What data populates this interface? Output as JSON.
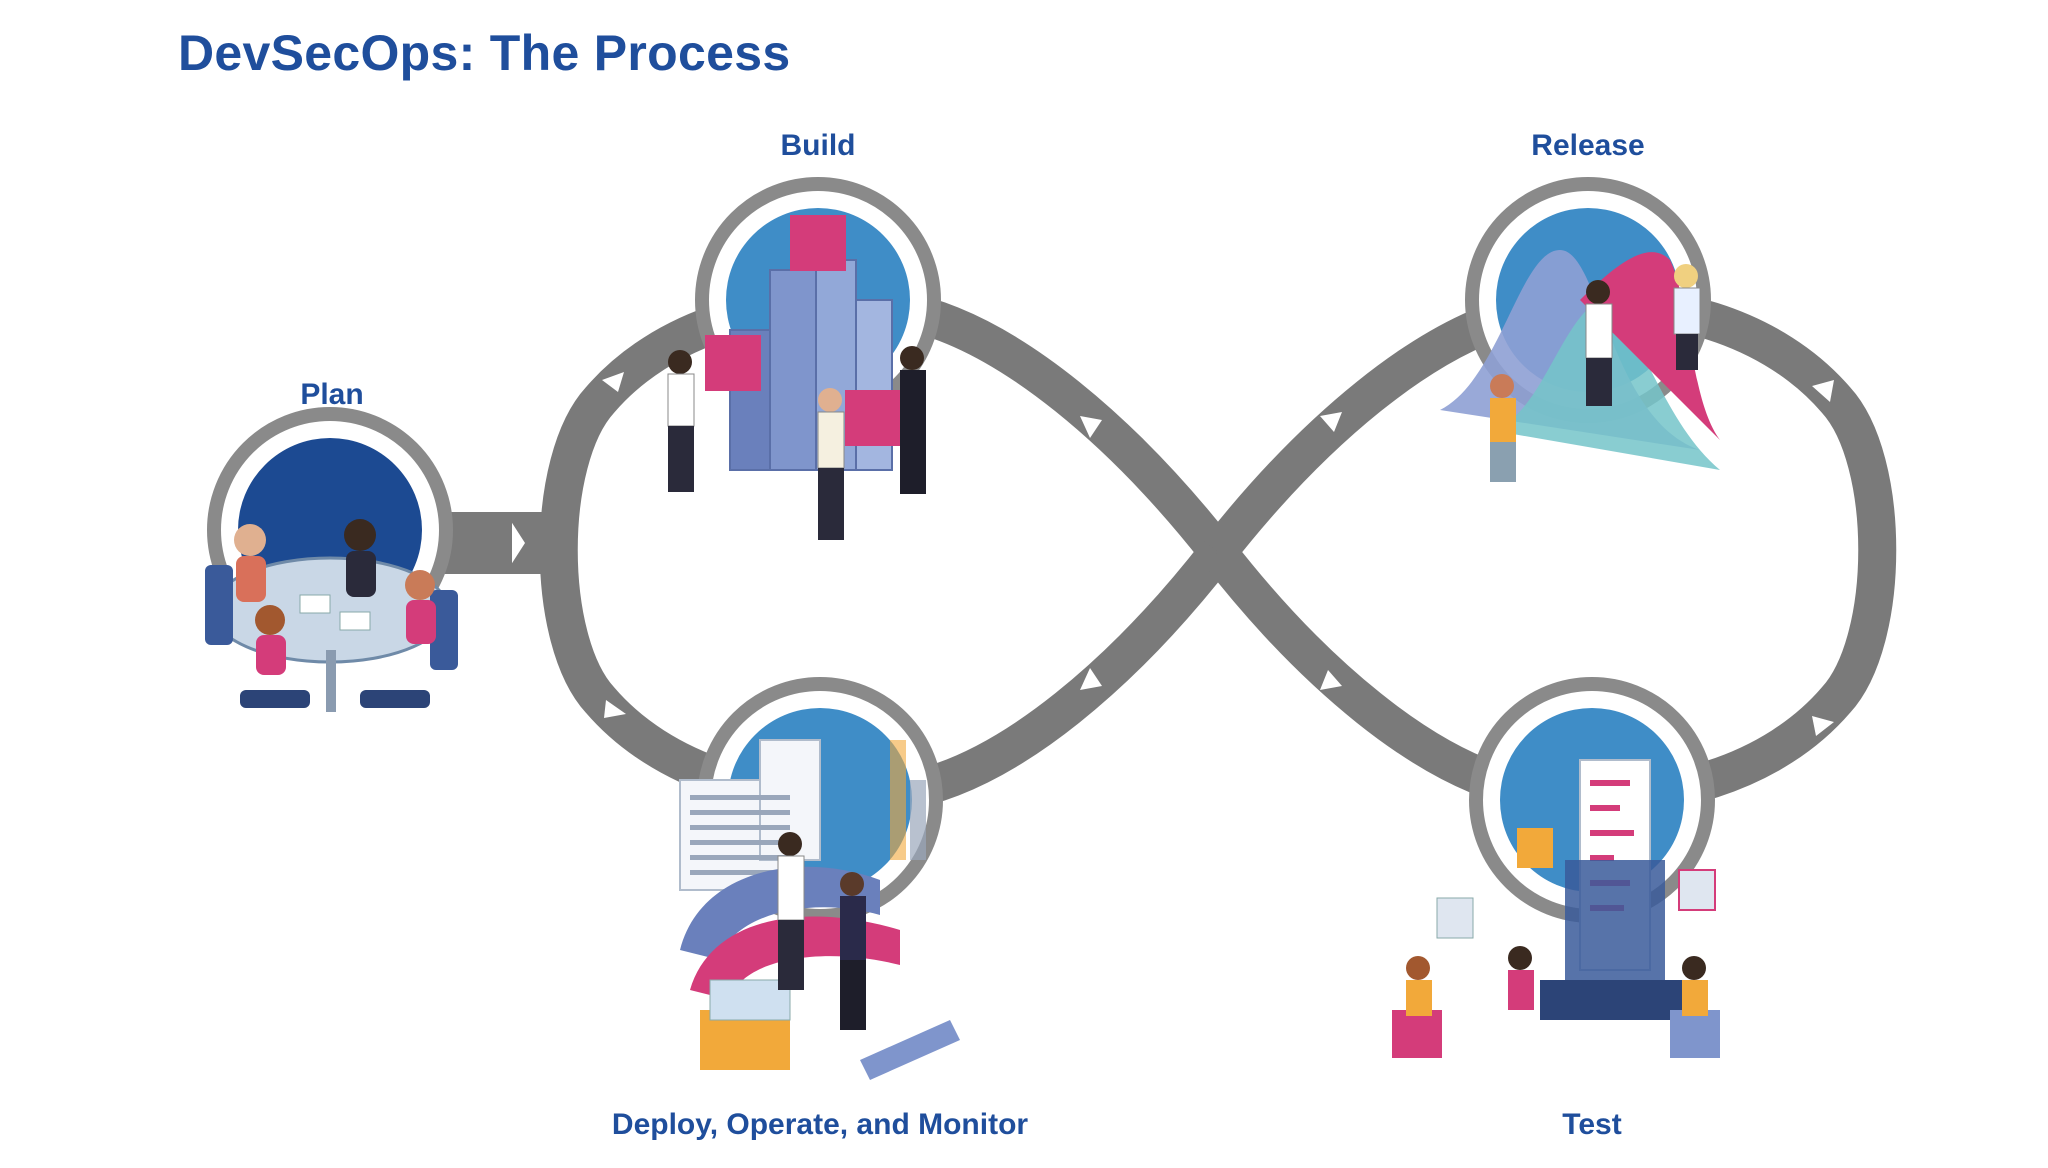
{
  "title": "DevSecOps: The Process",
  "stages": {
    "plan": "Plan",
    "build": "Build",
    "release": "Release",
    "deploy": "Deploy, Operate, and Monitor",
    "test": "Test"
  },
  "colors": {
    "title": "#1f4e9c",
    "loop": "#7a7a7a",
    "circle_bg": "#3f8dc7",
    "plan_bg": "#1c4a92",
    "magenta": "#d43c7a",
    "periwinkle": "#7f95cc",
    "teal": "#74c4c9",
    "orange": "#f2a93a"
  }
}
